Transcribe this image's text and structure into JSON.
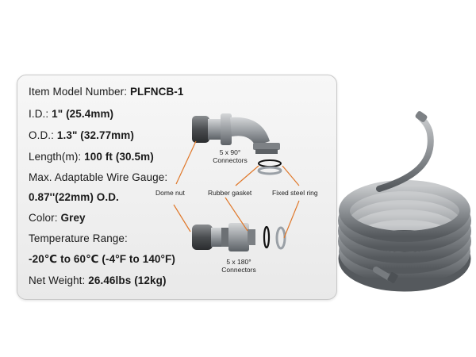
{
  "specs": {
    "model_label": "Item Model Number:",
    "model_value": "PLFNCB-1",
    "id_label": "I.D.:",
    "id_value": "1\" (25.4mm)",
    "od_label": "O.D.:",
    "od_value": "1.3\" (32.77mm)",
    "length_label": "Length(m):",
    "length_value": "100 ft (30.5m)",
    "gauge_label": "Max. Adaptable Wire Gauge:",
    "gauge_value": "0.87''(22mm) O.D.",
    "color_label": "Color:",
    "color_value": "Grey",
    "temp_label": "Temperature Range:",
    "temp_value": "-20℃ to 60℃ (-4°F to 140°F)",
    "weight_label": "Net Weight:",
    "weight_value": "26.46lbs (12kg)"
  },
  "diagram": {
    "connectors_90_count": "5 x 90°",
    "connectors_90_text": "Connectors",
    "connectors_180_count": "5 x 180°",
    "connectors_180_text": "Connectors",
    "dome_nut": "Dome nut",
    "rubber_gasket": "Rubber gasket",
    "fixed_steel_ring": "Fixed steel ring",
    "leader_color": "#e0782a"
  }
}
